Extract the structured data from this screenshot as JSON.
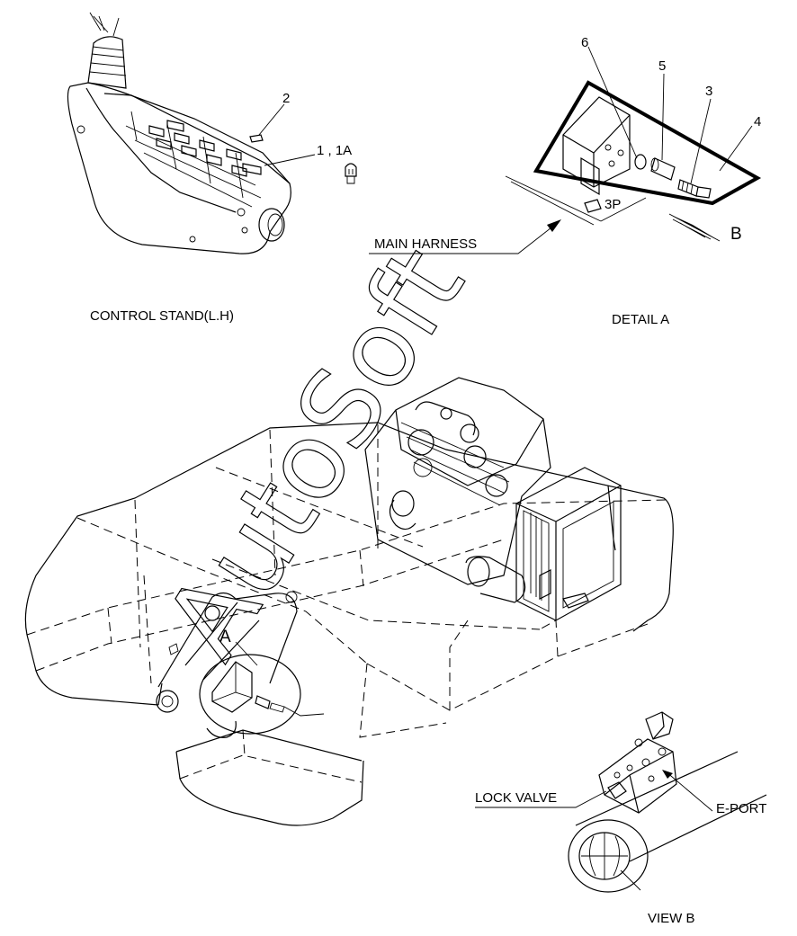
{
  "labels": {
    "control_stand": "CONTROL STAND(L.H)",
    "detail_a": "DETAIL  A",
    "main_harness": "MAIN HARNESS",
    "lock_valve": "LOCK VALVE",
    "e_port": "E-PORT",
    "view_b": "VIEW  B",
    "connector_3p": "3P",
    "callout_a": "A",
    "callout_b": "B"
  },
  "part_numbers": {
    "p1_1a": "1 , 1A",
    "p2": "2",
    "p3": "3",
    "p4": "4",
    "p5": "5",
    "p6": "6"
  },
  "watermark": "AutoSoft"
}
